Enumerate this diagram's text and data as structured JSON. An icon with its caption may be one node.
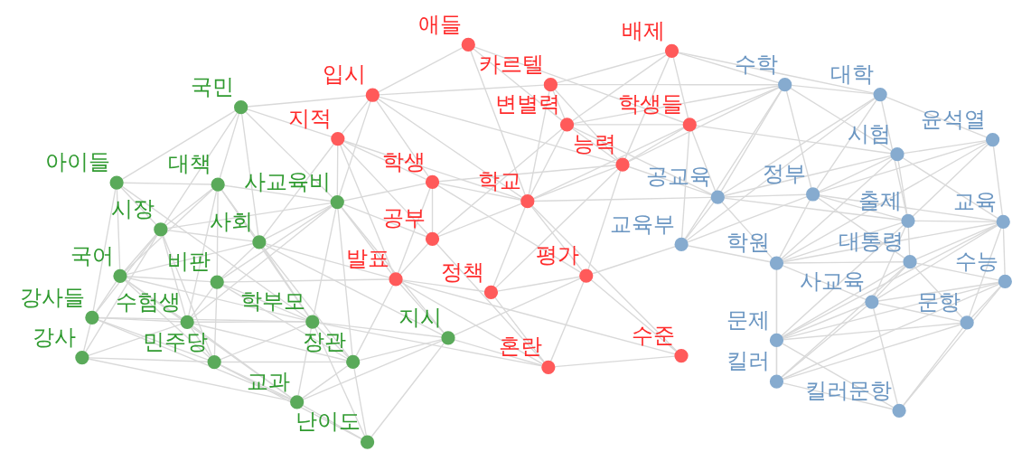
{
  "diagram": {
    "nodes": [
      {
        "text": [],
        "shape": "circle",
        "beside": [
          "국민"
        ]
      },
      {
        "text": [],
        "shape": "circle",
        "beside": [
          "사교육비"
        ]
      },
      {
        "text": [],
        "shape": "circle",
        "beside": [
          "아이들"
        ]
      },
      {
        "text": [],
        "shape": "circle",
        "beside": [
          "시장"
        ]
      },
      {
        "text": [],
        "shape": "circle",
        "beside": [
          "대책"
        ]
      },
      {
        "text": [],
        "shape": "circle",
        "beside": [
          "사회"
        ]
      },
      {
        "text": [],
        "shape": "circle",
        "beside": [
          "국어"
        ]
      },
      {
        "text": [],
        "shape": "circle",
        "beside": [
          "비판"
        ]
      },
      {
        "text": [],
        "shape": "circle",
        "beside": [
          "강사들"
        ]
      },
      {
        "text": [],
        "shape": "circle",
        "beside": [
          "수험생"
        ]
      },
      {
        "text": [],
        "shape": "circle",
        "beside": [
          "학부모"
        ]
      },
      {
        "text": [],
        "shape": "circle",
        "beside": [
          "장관"
        ]
      },
      {
        "text": [],
        "shape": "circle",
        "beside": [
          "민주당"
        ]
      },
      {
        "text": [],
        "shape": "circle",
        "beside": [
          "지시"
        ]
      },
      {
        "text": [],
        "shape": "circle",
        "beside": [
          "강사"
        ]
      },
      {
        "text": [],
        "shape": "circle",
        "beside": [
          "난이도"
        ]
      },
      {
        "text": [],
        "shape": "circle",
        "beside": [
          "교과"
        ]
      },
      {
        "text": [],
        "shape": "circle",
        "beside": [
          "입시"
        ]
      },
      {
        "text": [],
        "shape": "circle",
        "beside": [
          "카르텔"
        ]
      },
      {
        "text": [],
        "shape": "circle",
        "beside": [
          "변별력"
        ]
      },
      {
        "text": [],
        "shape": "circle",
        "beside": [
          "애들"
        ]
      },
      {
        "text": [],
        "shape": "circle",
        "beside": [
          "배제"
        ]
      },
      {
        "text": [],
        "shape": "circle",
        "beside": [
          "능력"
        ]
      },
      {
        "text": [],
        "shape": "circle",
        "beside": [
          "지적"
        ]
      },
      {
        "text": [],
        "shape": "circle",
        "beside": [
          "공부"
        ]
      },
      {
        "text": [],
        "shape": "circle",
        "beside": [
          "학생"
        ]
      },
      {
        "text": [],
        "shape": "circle",
        "beside": [
          "학교"
        ]
      },
      {
        "text": [],
        "shape": "circle",
        "beside": [
          "학생들"
        ]
      },
      {
        "text": [],
        "shape": "circle",
        "beside": [
          "수준"
        ]
      },
      {
        "text": [],
        "shape": "circle",
        "beside": [
          "정책"
        ]
      },
      {
        "text": [],
        "shape": "circle",
        "beside": [
          "발표"
        ]
      },
      {
        "text": [],
        "shape": "circle",
        "beside": [
          "혼란"
        ]
      },
      {
        "text": [],
        "shape": "circle",
        "beside": [
          "평가"
        ]
      },
      {
        "text": [],
        "shape": "circle",
        "beside": [
          "수학"
        ]
      },
      {
        "text": [],
        "shape": "circle",
        "beside": [
          "대학"
        ]
      },
      {
        "text": [],
        "shape": "circle",
        "beside": [
          "공교육"
        ]
      },
      {
        "text": [],
        "shape": "circle",
        "beside": [
          "시험"
        ]
      },
      {
        "text": [],
        "shape": "circle",
        "beside": [
          "윤석열"
        ]
      },
      {
        "text": [],
        "shape": "circle",
        "beside": [
          "교육부"
        ]
      },
      {
        "text": [],
        "shape": "circle",
        "beside": [
          "정부"
        ]
      },
      {
        "text": [],
        "shape": "circle",
        "beside": [
          "출제"
        ]
      },
      {
        "text": [],
        "shape": "circle",
        "beside": [
          "학원"
        ]
      },
      {
        "text": [],
        "shape": "circle",
        "beside": [
          "교육"
        ]
      },
      {
        "text": [],
        "shape": "circle",
        "beside": [
          "대통령"
        ]
      },
      {
        "text": [],
        "shape": "circle",
        "beside": [
          "사교육"
        ]
      },
      {
        "text": [],
        "shape": "circle",
        "beside": [
          "수능"
        ]
      },
      {
        "text": [],
        "shape": "circle",
        "beside": [
          "문제"
        ]
      },
      {
        "text": [],
        "shape": "circle",
        "beside": [
          "문항"
        ]
      },
      {
        "text": [],
        "shape": "circle",
        "beside": [
          "킬러"
        ]
      },
      {
        "text": [],
        "shape": "circle",
        "beside": [
          "킬러문항"
        ]
      }
    ],
    "edges": [
      {
        "from": 0,
        "to": 17,
        "arrow": "none"
      },
      {
        "from": 0,
        "to": 1,
        "arrow": "none"
      },
      {
        "from": 0,
        "to": 2,
        "arrow": "none"
      },
      {
        "from": 0,
        "to": 5,
        "arrow": "none"
      },
      {
        "from": 0,
        "to": 4,
        "arrow": "none"
      },
      {
        "from": 0,
        "to": 3,
        "arrow": "none"
      },
      {
        "from": 1,
        "to": 5,
        "arrow": "none"
      },
      {
        "from": 1,
        "to": 7,
        "arrow": "none"
      },
      {
        "from": 1,
        "to": 10,
        "arrow": "none"
      },
      {
        "from": 1,
        "to": 11,
        "arrow": "none"
      },
      {
        "from": 1,
        "to": 13,
        "arrow": "none"
      },
      {
        "from": 1,
        "to": 9,
        "arrow": "none"
      },
      {
        "from": 1,
        "to": 4,
        "arrow": "none"
      },
      {
        "from": 1,
        "to": 3,
        "arrow": "none"
      },
      {
        "from": 2,
        "to": 3,
        "arrow": "none"
      },
      {
        "from": 2,
        "to": 4,
        "arrow": "none"
      },
      {
        "from": 2,
        "to": 6,
        "arrow": "none"
      },
      {
        "from": 2,
        "to": 10,
        "arrow": "none"
      },
      {
        "from": 2,
        "to": 8,
        "arrow": "none"
      },
      {
        "from": 3,
        "to": 8,
        "arrow": "none"
      },
      {
        "from": 3,
        "to": 9,
        "arrow": "none"
      },
      {
        "from": 3,
        "to": 6,
        "arrow": "none"
      },
      {
        "from": 3,
        "to": 5,
        "arrow": "none"
      },
      {
        "from": 3,
        "to": 14,
        "arrow": "none"
      },
      {
        "from": 3,
        "to": 4,
        "arrow": "none"
      },
      {
        "from": 3,
        "to": 12,
        "arrow": "none"
      },
      {
        "from": 4,
        "to": 6,
        "arrow": "none"
      },
      {
        "from": 4,
        "to": 7,
        "arrow": "none"
      },
      {
        "from": 4,
        "to": 5,
        "arrow": "none"
      },
      {
        "from": 4,
        "to": 9,
        "arrow": "none"
      },
      {
        "from": 4,
        "to": 10,
        "arrow": "none"
      },
      {
        "from": 5,
        "to": 7,
        "arrow": "none"
      },
      {
        "from": 5,
        "to": 10,
        "arrow": "none"
      },
      {
        "from": 5,
        "to": 11,
        "arrow": "none"
      },
      {
        "from": 5,
        "to": 13,
        "arrow": "none"
      },
      {
        "from": 5,
        "to": 6,
        "arrow": "none"
      },
      {
        "from": 6,
        "to": 7,
        "arrow": "none"
      },
      {
        "from": 6,
        "to": 9,
        "arrow": "none"
      },
      {
        "from": 6,
        "to": 10,
        "arrow": "none"
      },
      {
        "from": 6,
        "to": 12,
        "arrow": "none"
      },
      {
        "from": 6,
        "to": 16,
        "arrow": "none"
      },
      {
        "from": 6,
        "to": 8,
        "arrow": "none"
      },
      {
        "from": 7,
        "to": 10,
        "arrow": "none"
      },
      {
        "from": 7,
        "to": 11,
        "arrow": "none"
      },
      {
        "from": 7,
        "to": 12,
        "arrow": "none"
      },
      {
        "from": 7,
        "to": 9,
        "arrow": "none"
      },
      {
        "from": 8,
        "to": 9,
        "arrow": "none"
      },
      {
        "from": 8,
        "to": 14,
        "arrow": "none"
      },
      {
        "from": 8,
        "to": 16,
        "arrow": "none"
      },
      {
        "from": 8,
        "to": 12,
        "arrow": "none"
      },
      {
        "from": 8,
        "to": 10,
        "arrow": "none"
      },
      {
        "from": 9,
        "to": 10,
        "arrow": "none"
      },
      {
        "from": 9,
        "to": 12,
        "arrow": "none"
      },
      {
        "from": 9,
        "to": 14,
        "arrow": "none"
      },
      {
        "from": 9,
        "to": 16,
        "arrow": "none"
      },
      {
        "from": 9,
        "to": 11,
        "arrow": "none"
      },
      {
        "from": 10,
        "to": 11,
        "arrow": "none"
      },
      {
        "from": 10,
        "to": 12,
        "arrow": "none"
      },
      {
        "from": 10,
        "to": 15,
        "arrow": "none"
      },
      {
        "from": 10,
        "to": 16,
        "arrow": "none"
      },
      {
        "from": 10,
        "to": 13,
        "arrow": "none"
      },
      {
        "from": 11,
        "to": 13,
        "arrow": "none"
      },
      {
        "from": 11,
        "to": 15,
        "arrow": "none"
      },
      {
        "from": 11,
        "to": 12,
        "arrow": "none"
      },
      {
        "from": 11,
        "to": 16,
        "arrow": "none"
      },
      {
        "from": 12,
        "to": 14,
        "arrow": "none"
      },
      {
        "from": 12,
        "to": 16,
        "arrow": "none"
      },
      {
        "from": 12,
        "to": 15,
        "arrow": "none"
      },
      {
        "from": 13,
        "to": 15,
        "arrow": "none"
      },
      {
        "from": 13,
        "to": 16,
        "arrow": "none"
      },
      {
        "from": 14,
        "to": 16,
        "arrow": "none"
      },
      {
        "from": 15,
        "to": 16,
        "arrow": "none"
      },
      {
        "from": 1,
        "to": 23,
        "arrow": "none"
      },
      {
        "from": 1,
        "to": 24,
        "arrow": "none"
      },
      {
        "from": 1,
        "to": 25,
        "arrow": "none"
      },
      {
        "from": 1,
        "to": 30,
        "arrow": "none"
      },
      {
        "from": 0,
        "to": 23,
        "arrow": "none"
      },
      {
        "from": 5,
        "to": 30,
        "arrow": "none"
      },
      {
        "from": 13,
        "to": 30,
        "arrow": "none"
      },
      {
        "from": 13,
        "to": 31,
        "arrow": "none"
      },
      {
        "from": 13,
        "to": 32,
        "arrow": "none"
      },
      {
        "from": 11,
        "to": 30,
        "arrow": "none"
      },
      {
        "from": 10,
        "to": 31,
        "arrow": "none"
      },
      {
        "from": 7,
        "to": 30,
        "arrow": "none"
      },
      {
        "from": 1,
        "to": 17,
        "arrow": "none"
      },
      {
        "from": 5,
        "to": 23,
        "arrow": "none"
      },
      {
        "from": 17,
        "to": 18,
        "arrow": "none"
      },
      {
        "from": 17,
        "to": 20,
        "arrow": "none"
      },
      {
        "from": 17,
        "to": 25,
        "arrow": "none"
      },
      {
        "from": 17,
        "to": 26,
        "arrow": "none"
      },
      {
        "from": 17,
        "to": 22,
        "arrow": "none"
      },
      {
        "from": 17,
        "to": 23,
        "arrow": "none"
      },
      {
        "from": 18,
        "to": 19,
        "arrow": "none"
      },
      {
        "from": 18,
        "to": 26,
        "arrow": "none"
      },
      {
        "from": 18,
        "to": 22,
        "arrow": "none"
      },
      {
        "from": 18,
        "to": 21,
        "arrow": "none"
      },
      {
        "from": 19,
        "to": 22,
        "arrow": "none"
      },
      {
        "from": 19,
        "to": 27,
        "arrow": "none"
      },
      {
        "from": 19,
        "to": 21,
        "arrow": "none"
      },
      {
        "from": 19,
        "to": 26,
        "arrow": "none"
      },
      {
        "from": 19,
        "to": 20,
        "arrow": "none"
      },
      {
        "from": 19,
        "to": 24,
        "arrow": "none"
      },
      {
        "from": 20,
        "to": 26,
        "arrow": "none"
      },
      {
        "from": 20,
        "to": 27,
        "arrow": "none"
      },
      {
        "from": 21,
        "to": 22,
        "arrow": "none"
      },
      {
        "from": 21,
        "to": 27,
        "arrow": "none"
      },
      {
        "from": 22,
        "to": 26,
        "arrow": "none"
      },
      {
        "from": 22,
        "to": 25,
        "arrow": "none"
      },
      {
        "from": 22,
        "to": 27,
        "arrow": "none"
      },
      {
        "from": 22,
        "to": 29,
        "arrow": "none"
      },
      {
        "from": 22,
        "to": 32,
        "arrow": "none"
      },
      {
        "from": 26,
        "to": 25,
        "arrow": "none"
      },
      {
        "from": 26,
        "to": 24,
        "arrow": "none"
      },
      {
        "from": 26,
        "to": 27,
        "arrow": "none"
      },
      {
        "from": 26,
        "to": 28,
        "arrow": "none"
      },
      {
        "from": 26,
        "to": 29,
        "arrow": "none"
      },
      {
        "from": 26,
        "to": 32,
        "arrow": "none"
      },
      {
        "from": 26,
        "to": 23,
        "arrow": "none"
      },
      {
        "from": 25,
        "to": 24,
        "arrow": "none"
      },
      {
        "from": 25,
        "to": 23,
        "arrow": "none"
      },
      {
        "from": 25,
        "to": 32,
        "arrow": "none"
      },
      {
        "from": 25,
        "to": 30,
        "arrow": "none"
      },
      {
        "from": 24,
        "to": 23,
        "arrow": "none"
      },
      {
        "from": 24,
        "to": 30,
        "arrow": "none"
      },
      {
        "from": 24,
        "to": 31,
        "arrow": "none"
      },
      {
        "from": 23,
        "to": 30,
        "arrow": "none"
      },
      {
        "from": 28,
        "to": 31,
        "arrow": "none"
      },
      {
        "from": 28,
        "to": 32,
        "arrow": "none"
      },
      {
        "from": 28,
        "to": 30,
        "arrow": "none"
      },
      {
        "from": 29,
        "to": 32,
        "arrow": "none"
      },
      {
        "from": 29,
        "to": 31,
        "arrow": "none"
      },
      {
        "from": 29,
        "to": 30,
        "arrow": "none"
      },
      {
        "from": 30,
        "to": 31,
        "arrow": "none"
      },
      {
        "from": 31,
        "to": 32,
        "arrow": "none"
      },
      {
        "from": 22,
        "to": 33,
        "arrow": "none"
      },
      {
        "from": 27,
        "to": 33,
        "arrow": "none"
      },
      {
        "from": 21,
        "to": 33,
        "arrow": "none"
      },
      {
        "from": 19,
        "to": 33,
        "arrow": "none"
      },
      {
        "from": 18,
        "to": 33,
        "arrow": "none"
      },
      {
        "from": 26,
        "to": 35,
        "arrow": "none"
      },
      {
        "from": 27,
        "to": 35,
        "arrow": "none"
      },
      {
        "from": 32,
        "to": 38,
        "arrow": "none"
      },
      {
        "from": 22,
        "to": 35,
        "arrow": "none"
      },
      {
        "from": 27,
        "to": 38,
        "arrow": "none"
      },
      {
        "from": 21,
        "to": 34,
        "arrow": "none"
      },
      {
        "from": 27,
        "to": 36,
        "arrow": "none"
      },
      {
        "from": 19,
        "to": 35,
        "arrow": "none"
      },
      {
        "from": 33,
        "to": 34,
        "arrow": "none"
      },
      {
        "from": 33,
        "to": 35,
        "arrow": "none"
      },
      {
        "from": 33,
        "to": 38,
        "arrow": "none"
      },
      {
        "from": 33,
        "to": 36,
        "arrow": "none"
      },
      {
        "from": 33,
        "to": 39,
        "arrow": "none"
      },
      {
        "from": 34,
        "to": 35,
        "arrow": "none"
      },
      {
        "from": 34,
        "to": 38,
        "arrow": "none"
      },
      {
        "from": 34,
        "to": 37,
        "arrow": "none"
      },
      {
        "from": 34,
        "to": 39,
        "arrow": "none"
      },
      {
        "from": 34,
        "to": 40,
        "arrow": "none"
      },
      {
        "from": 35,
        "to": 36,
        "arrow": "none"
      },
      {
        "from": 35,
        "to": 39,
        "arrow": "none"
      },
      {
        "from": 35,
        "to": 38,
        "arrow": "none"
      },
      {
        "from": 35,
        "to": 40,
        "arrow": "none"
      },
      {
        "from": 35,
        "to": 41,
        "arrow": "none"
      },
      {
        "from": 36,
        "to": 37,
        "arrow": "none"
      },
      {
        "from": 36,
        "to": 39,
        "arrow": "none"
      },
      {
        "from": 36,
        "to": 40,
        "arrow": "none"
      },
      {
        "from": 36,
        "to": 41,
        "arrow": "none"
      },
      {
        "from": 36,
        "to": 42,
        "arrow": "none"
      },
      {
        "from": 38,
        "to": 39,
        "arrow": "none"
      },
      {
        "from": 38,
        "to": 41,
        "arrow": "none"
      },
      {
        "from": 37,
        "to": 39,
        "arrow": "none"
      },
      {
        "from": 37,
        "to": 40,
        "arrow": "none"
      },
      {
        "from": 37,
        "to": 42,
        "arrow": "none"
      },
      {
        "from": 37,
        "to": 41,
        "arrow": "none"
      },
      {
        "from": 39,
        "to": 40,
        "arrow": "none"
      },
      {
        "from": 39,
        "to": 41,
        "arrow": "none"
      },
      {
        "from": 39,
        "to": 42,
        "arrow": "none"
      },
      {
        "from": 39,
        "to": 43,
        "arrow": "none"
      },
      {
        "from": 40,
        "to": 41,
        "arrow": "none"
      },
      {
        "from": 40,
        "to": 42,
        "arrow": "none"
      },
      {
        "from": 40,
        "to": 43,
        "arrow": "none"
      },
      {
        "from": 40,
        "to": 44,
        "arrow": "none"
      },
      {
        "from": 40,
        "to": 46,
        "arrow": "none"
      },
      {
        "from": 41,
        "to": 42,
        "arrow": "none"
      },
      {
        "from": 41,
        "to": 43,
        "arrow": "none"
      },
      {
        "from": 41,
        "to": 46,
        "arrow": "none"
      },
      {
        "from": 41,
        "to": 44,
        "arrow": "none"
      },
      {
        "from": 41,
        "to": 48,
        "arrow": "none"
      },
      {
        "from": 42,
        "to": 43,
        "arrow": "none"
      },
      {
        "from": 42,
        "to": 44,
        "arrow": "none"
      },
      {
        "from": 42,
        "to": 46,
        "arrow": "none"
      },
      {
        "from": 42,
        "to": 45,
        "arrow": "none"
      },
      {
        "from": 42,
        "to": 47,
        "arrow": "none"
      },
      {
        "from": 43,
        "to": 44,
        "arrow": "none"
      },
      {
        "from": 43,
        "to": 46,
        "arrow": "none"
      },
      {
        "from": 43,
        "to": 45,
        "arrow": "none"
      },
      {
        "from": 43,
        "to": 48,
        "arrow": "none"
      },
      {
        "from": 43,
        "to": 47,
        "arrow": "none"
      },
      {
        "from": 44,
        "to": 45,
        "arrow": "none"
      },
      {
        "from": 44,
        "to": 46,
        "arrow": "none"
      },
      {
        "from": 44,
        "to": 47,
        "arrow": "none"
      },
      {
        "from": 44,
        "to": 48,
        "arrow": "none"
      },
      {
        "from": 44,
        "to": 49,
        "arrow": "none"
      },
      {
        "from": 45,
        "to": 47,
        "arrow": "none"
      },
      {
        "from": 45,
        "to": 46,
        "arrow": "none"
      },
      {
        "from": 45,
        "to": 48,
        "arrow": "none"
      },
      {
        "from": 45,
        "to": 49,
        "arrow": "none"
      },
      {
        "from": 46,
        "to": 47,
        "arrow": "none"
      },
      {
        "from": 46,
        "to": 48,
        "arrow": "none"
      },
      {
        "from": 46,
        "to": 49,
        "arrow": "none"
      },
      {
        "from": 47,
        "to": 48,
        "arrow": "none"
      },
      {
        "from": 47,
        "to": 49,
        "arrow": "none"
      },
      {
        "from": 48,
        "to": 49,
        "arrow": "none"
      }
    ]
  }
}
